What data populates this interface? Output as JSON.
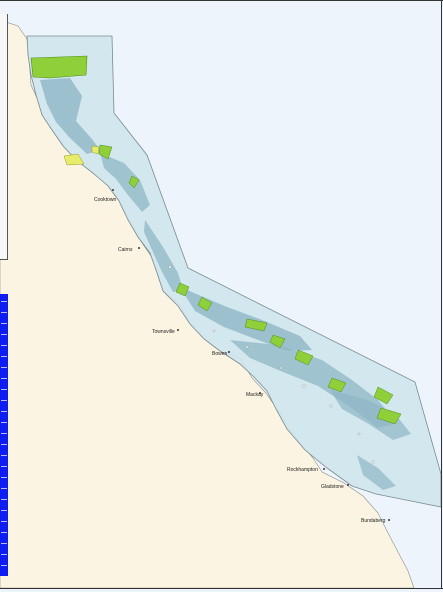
{
  "colors": {
    "ocean": "#eef4fb",
    "land": "#fbf4e3",
    "marine_zone": "#cfe6ec",
    "reef": "#8fb7c6",
    "green_zone": "#8fcf3a",
    "yellow_zone": "#e8ec6b",
    "boundary": "#7a8a90",
    "scroll_panel": "#0d1ef0"
  },
  "map": {
    "places": [
      "Cooktown",
      "Cairns",
      "Townsville",
      "Bowen",
      "Mackay",
      "Rockhampton",
      "Gladstone",
      "Bundaberg"
    ],
    "scroll_panel": {
      "stripe_count": 25
    }
  }
}
